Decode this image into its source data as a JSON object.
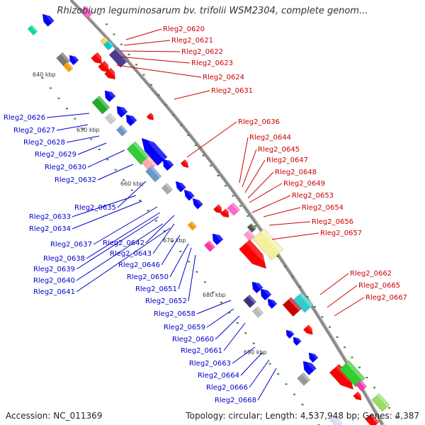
{
  "header": {
    "title": "Rhizobium leguminosarum bv. trifolii WSM2304, complete genom..."
  },
  "footer": {
    "accession": "Accession: NC_011369",
    "summary": "Topology: circular; Length: 4,537,948 bp; Genes: 4,387"
  },
  "colors": {
    "backbone": "#8a8a8a",
    "forward_label": "#cc0000",
    "reverse_label": "#0000cc",
    "forward_gene": "#ff0000",
    "reverse_gene": "#0000ff",
    "tick_dot": "#2e8b2e"
  },
  "scale_labels": [
    "640 kbp",
    "650 kbp",
    "660 kbp",
    "670 kbp",
    "680 kbp",
    "690 kbp"
  ],
  "forward_genes": [
    "Rleg2_0620",
    "Rleg2_0621",
    "Rleg2_0622",
    "Rleg2_0623",
    "Rleg2_0624",
    "Rleg2_0631",
    "Rleg2_0636",
    "Rleg2_0644",
    "Rleg2_0645",
    "Rleg2_0647",
    "Rleg2_0648",
    "Rleg2_0649",
    "Rleg2_0653",
    "Rleg2_0654",
    "Rleg2_0656",
    "Rleg2_0657",
    "Rleg2_0662",
    "Rleg2_0665",
    "Rleg2_0667"
  ],
  "reverse_genes": [
    "Rleg2_0626",
    "Rleg2_0627",
    "Rleg2_0628",
    "Rleg2_0629",
    "Rleg2_0630",
    "Rleg2_0632",
    "Rleg2_0635",
    "Rleg2_0633",
    "Rleg2_0634",
    "Rleg2_0637",
    "Rleg2_0642",
    "Rleg2_0643",
    "Rleg2_0638",
    "Rleg2_0646",
    "Rleg2_0639",
    "Rleg2_0640",
    "Rleg2_0641",
    "Rleg2_0650",
    "Rleg2_0651",
    "Rleg2_0652",
    "Rleg2_0658",
    "Rleg2_0659",
    "Rleg2_0660",
    "Rleg2_0661",
    "Rleg2_0663",
    "Rleg2_0664",
    "Rleg2_0666",
    "Rleg2_0668"
  ]
}
